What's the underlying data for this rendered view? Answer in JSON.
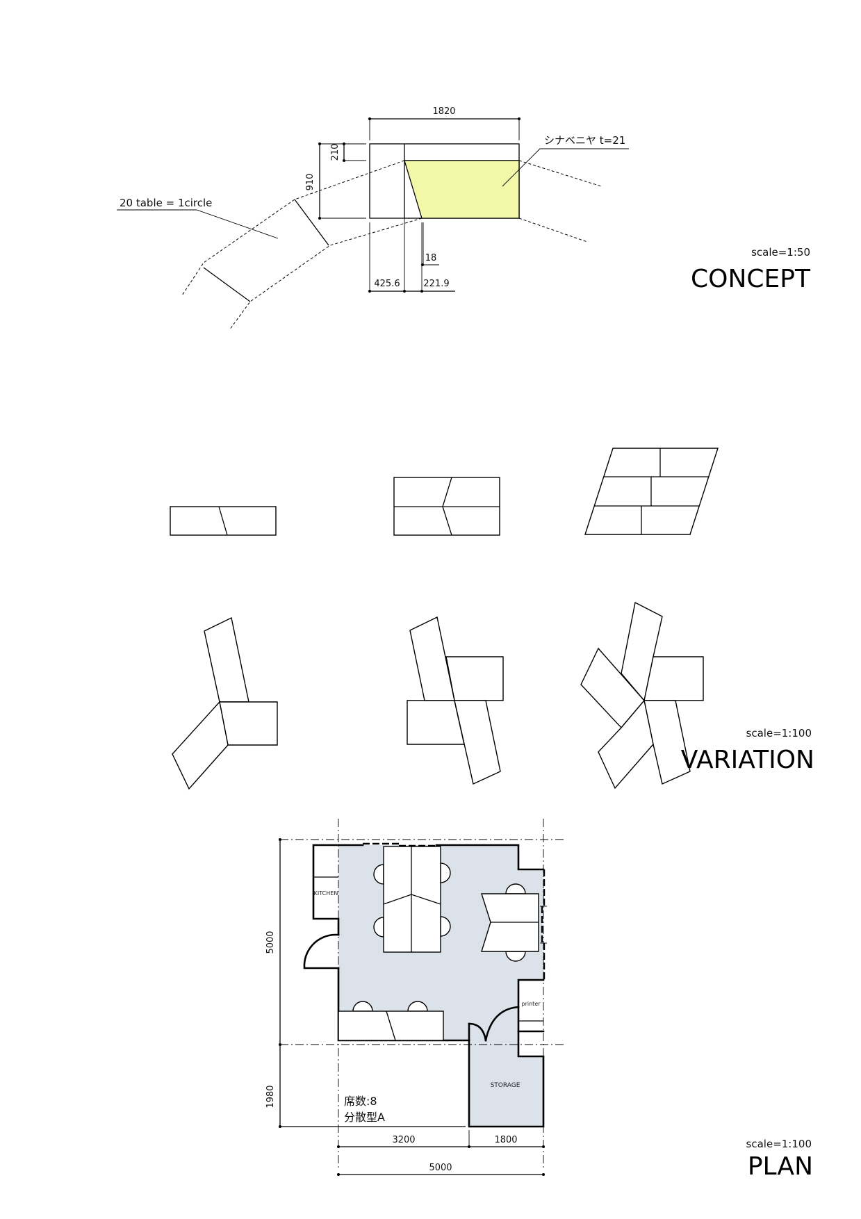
{
  "concept": {
    "title": "CONCEPT",
    "scale": "scale=1:50",
    "annotation": "20 table = 1circle",
    "material_label": "シナベニヤ t=21",
    "dimensions": {
      "width": "1820",
      "depth": "910",
      "offset_top": "210",
      "left_offset": "425.6",
      "skew_offset": "221.9",
      "thickness": "18"
    },
    "colors": {
      "fill": "#f3f7a8"
    }
  },
  "variation": {
    "title": "VARIATION",
    "scale": "scale=1:100",
    "layouts": [
      {
        "name": "2 tables, straight"
      },
      {
        "name": "4 tables, rectangle"
      },
      {
        "name": "6 tables, parallelogram"
      },
      {
        "name": "3 tables, pinwheel"
      },
      {
        "name": "4 tables, pinwheel"
      },
      {
        "name": "5 tables, pinwheel"
      }
    ]
  },
  "plan": {
    "title": "PLAN",
    "scale": "scale=1:100",
    "rooms": {
      "kitchen": "KITCHEN",
      "printer": "printer",
      "storage": "STORAGE"
    },
    "seats_label": "席数:8",
    "type_label": "分散型A",
    "dimensions": {
      "height_main": "5000",
      "height_lower": "1980",
      "width_left": "3200",
      "width_right": "1800",
      "width_total": "5000"
    },
    "colors": {
      "floor": "#dbe2ea"
    }
  }
}
